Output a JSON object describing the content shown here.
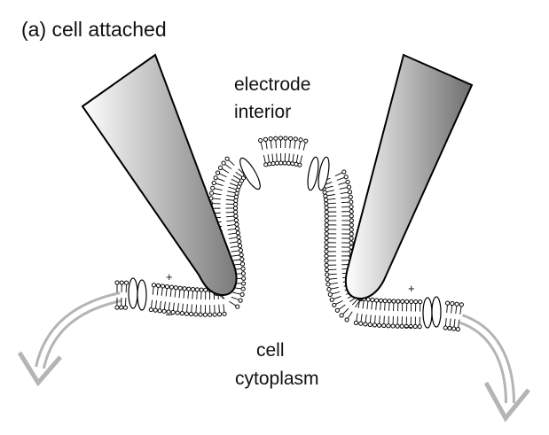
{
  "title": "(a) cell attached",
  "labels": {
    "interior_line1": "electrode",
    "interior_line2": "interior",
    "cytoplasm_line1": "cell",
    "cytoplasm_line2": "cytoplasm",
    "plus": "+",
    "minus": "–"
  },
  "colors": {
    "arrow": "#b4b4b4",
    "outline": "#000000",
    "electrode_dark": "#808080",
    "electrode_light": "#ffffff"
  }
}
